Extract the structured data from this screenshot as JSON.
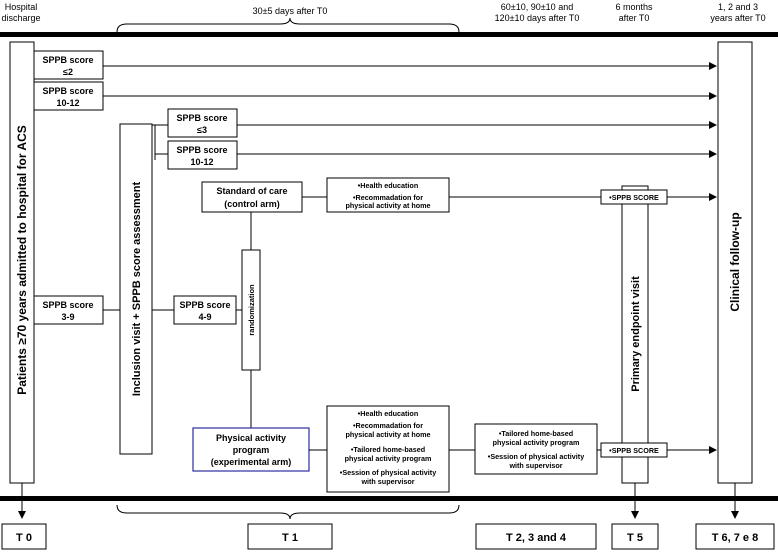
{
  "header": {
    "hospital_discharge": [
      "Hospital",
      "discharge"
    ],
    "thirty_days": "30±5 days after T0",
    "sixty_days": [
      "60±10, 90±10 and",
      "120±10 days after T0"
    ],
    "six_months": [
      "6 months",
      "after T0"
    ],
    "years": [
      "1, 2 and 3",
      "years after T0"
    ]
  },
  "vertical_labels": {
    "patients": "Patients ≥70 years admitted to hospital for ACS",
    "inclusion": "Inclusion visit + SPPB score assessment",
    "randomization": "randomization",
    "primary_endpoint": "Primary endpoint visit",
    "clinical_followup": "Clinical follow-up"
  },
  "boxes": {
    "sppb_le2": [
      "SPPB score",
      "≤2"
    ],
    "sppb_10_12_a": [
      "SPPB score",
      "10-12"
    ],
    "sppb_le3": [
      "SPPB score",
      "≤3"
    ],
    "sppb_10_12_b": [
      "SPPB score",
      "10-12"
    ],
    "sppb_3_9": [
      "SPPB score",
      "3-9"
    ],
    "sppb_4_9": [
      "SPPB score",
      "4-9"
    ],
    "standard_of_care": [
      "Standard of care",
      "(control arm)"
    ],
    "physical_activity": [
      "Physical activity",
      "program",
      "(experimental arm)"
    ],
    "control_items": [
      "•Health education",
      "•Recommadation for",
      "physical activity at home"
    ],
    "experimental_items": [
      "•Health education",
      "•Recommadation for",
      "physical activity at home",
      "•Tailored home-based",
      "physical activity program",
      "•Session of physical activity",
      "with supervisor"
    ],
    "followup_items": [
      "•Tailored home-based",
      "physical activity program",
      "•Session of physical activity",
      "with supervisor"
    ],
    "sppb_score_top": "•SPPB SCORE",
    "sppb_score_bottom": "•SPPB SCORE"
  },
  "timeline": {
    "t0": "T 0",
    "t1": "T 1",
    "t234": "T 2, 3 and 4",
    "t5": "T 5",
    "t678": "T 6, 7 e 8"
  },
  "colors": {
    "line": "#000000",
    "experimental_border": "#2d2d9f",
    "background": "#ffffff"
  }
}
